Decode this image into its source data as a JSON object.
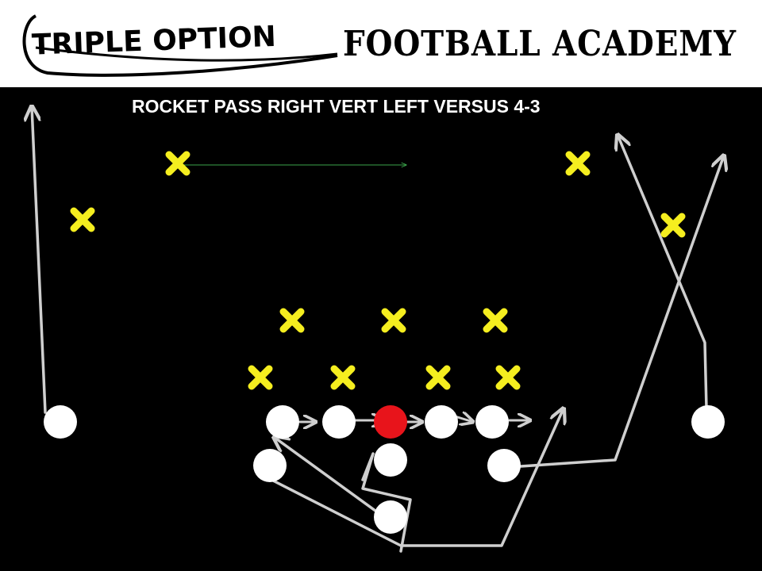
{
  "logo": {
    "part1": "TRIPLE OPTION",
    "part2": "FOOTBALL ACADEMY"
  },
  "play": {
    "title": "ROCKET PASS RIGHT VERT LEFT VERSUS 4-3"
  },
  "colors": {
    "field": "#000000",
    "defender": "#f5ee1f",
    "offense": "#ffffff",
    "center": "#e8141b",
    "route": "#cfcfcf",
    "motion": "#3aa34a"
  }
}
